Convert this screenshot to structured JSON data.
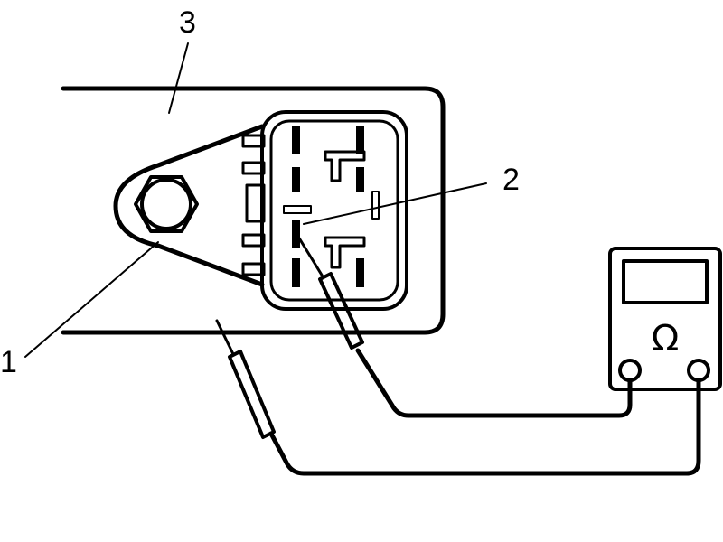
{
  "callouts": [
    {
      "id": "1",
      "label": "1"
    },
    {
      "id": "2",
      "label": "2"
    },
    {
      "id": "3",
      "label": "3"
    }
  ],
  "multimeter": {
    "mode_symbol": "Ω"
  }
}
